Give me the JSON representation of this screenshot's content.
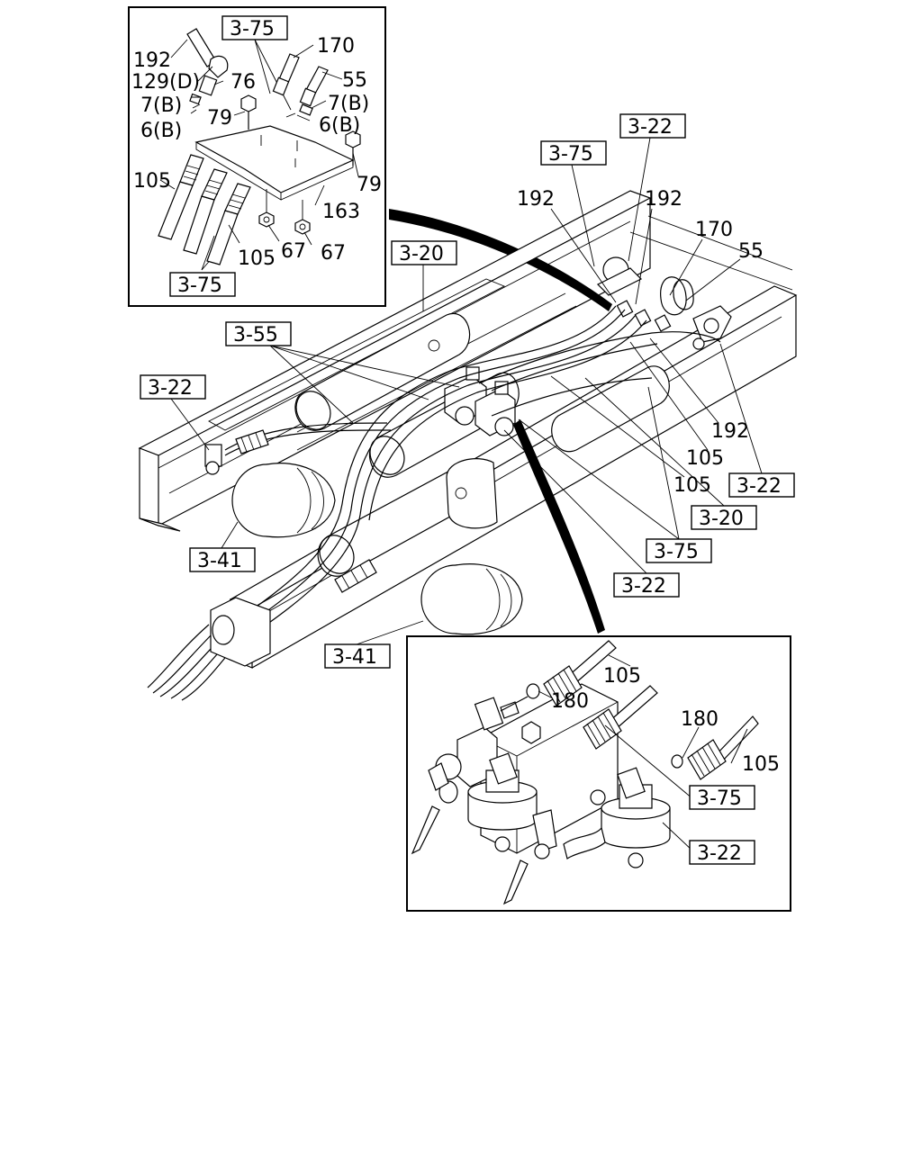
{
  "callouts": {
    "inset_top": {
      "ref_a": "3-75",
      "ref_b": "3-75",
      "n192": "192",
      "n129d": "129(D)",
      "n76": "76",
      "n7b_left": "7(B)",
      "n6b_left": "6(B)",
      "n79_left": "79",
      "n170": "170",
      "n55": "55",
      "n7b_right": "7(B)",
      "n6b_right": "6(B)",
      "n79_right": "79",
      "n105_left": "105",
      "n163": "163",
      "n105_bottom": "105",
      "n67_a": "67",
      "n67_b": "67"
    },
    "main": {
      "ref_3_22_top": "3-22",
      "ref_3_75_top": "3-75",
      "ref_3_20_left": "3-20",
      "ref_3_55": "3-55",
      "ref_3_22_left": "3-22",
      "ref_3_22_right": "3-22",
      "ref_3_20_right": "3-20",
      "ref_3_75_mid": "3-75",
      "ref_3_22_mid": "3-22",
      "ref_3_41_left": "3-41",
      "ref_3_41_bottom": "3-41",
      "n192_a": "192",
      "n192_b": "192",
      "n170": "170",
      "n55": "55",
      "n192_c": "192",
      "n105_a": "105",
      "n105_b": "105"
    },
    "inset_bottom": {
      "n105_top": "105",
      "n180_a": "180",
      "n180_b": "180",
      "n105_right": "105",
      "ref_3_75": "3-75",
      "ref_3_22": "3-22"
    }
  }
}
